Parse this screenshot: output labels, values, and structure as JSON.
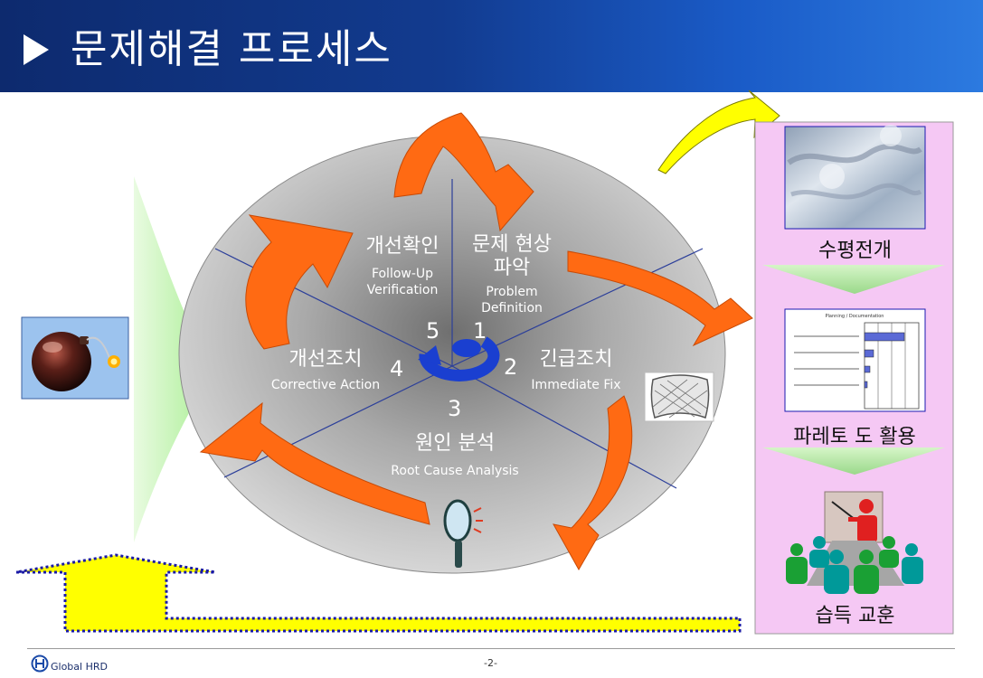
{
  "header": {
    "title": "문제해결 프로세스"
  },
  "cycle": {
    "stages": [
      {
        "num": "1",
        "ko": "문제 현상 파악",
        "ko_line1": "문제 현상",
        "ko_line2": "파악",
        "en_line1": "Problem",
        "en_line2": "Definition"
      },
      {
        "num": "2",
        "ko": "긴급조치",
        "en": "Immediate Fix"
      },
      {
        "num": "3",
        "ko": "원인 분석",
        "en": "Root Cause Analysis"
      },
      {
        "num": "4",
        "ko": "개선조치",
        "en": "Corrective Action"
      },
      {
        "num": "5",
        "ko": "개선확인",
        "en_line1": "Follow-Up",
        "en_line2": "Verification"
      }
    ]
  },
  "side_panel": {
    "steps": [
      {
        "label": "수평전개"
      },
      {
        "label": "파레토 도 활용",
        "chart_title": "Planning / Documentation"
      },
      {
        "label": "습득 교훈"
      }
    ]
  },
  "colors": {
    "header": "#123b8f",
    "arrow": "#ff6a13",
    "panel": "#f5c8f4",
    "green": "#b8f0a8",
    "yellow": "#ffff00",
    "dotted": "#1a1aa6",
    "circle": "#d9d9d9"
  },
  "footer": {
    "brand": "Global HRD",
    "page": "-2-"
  }
}
